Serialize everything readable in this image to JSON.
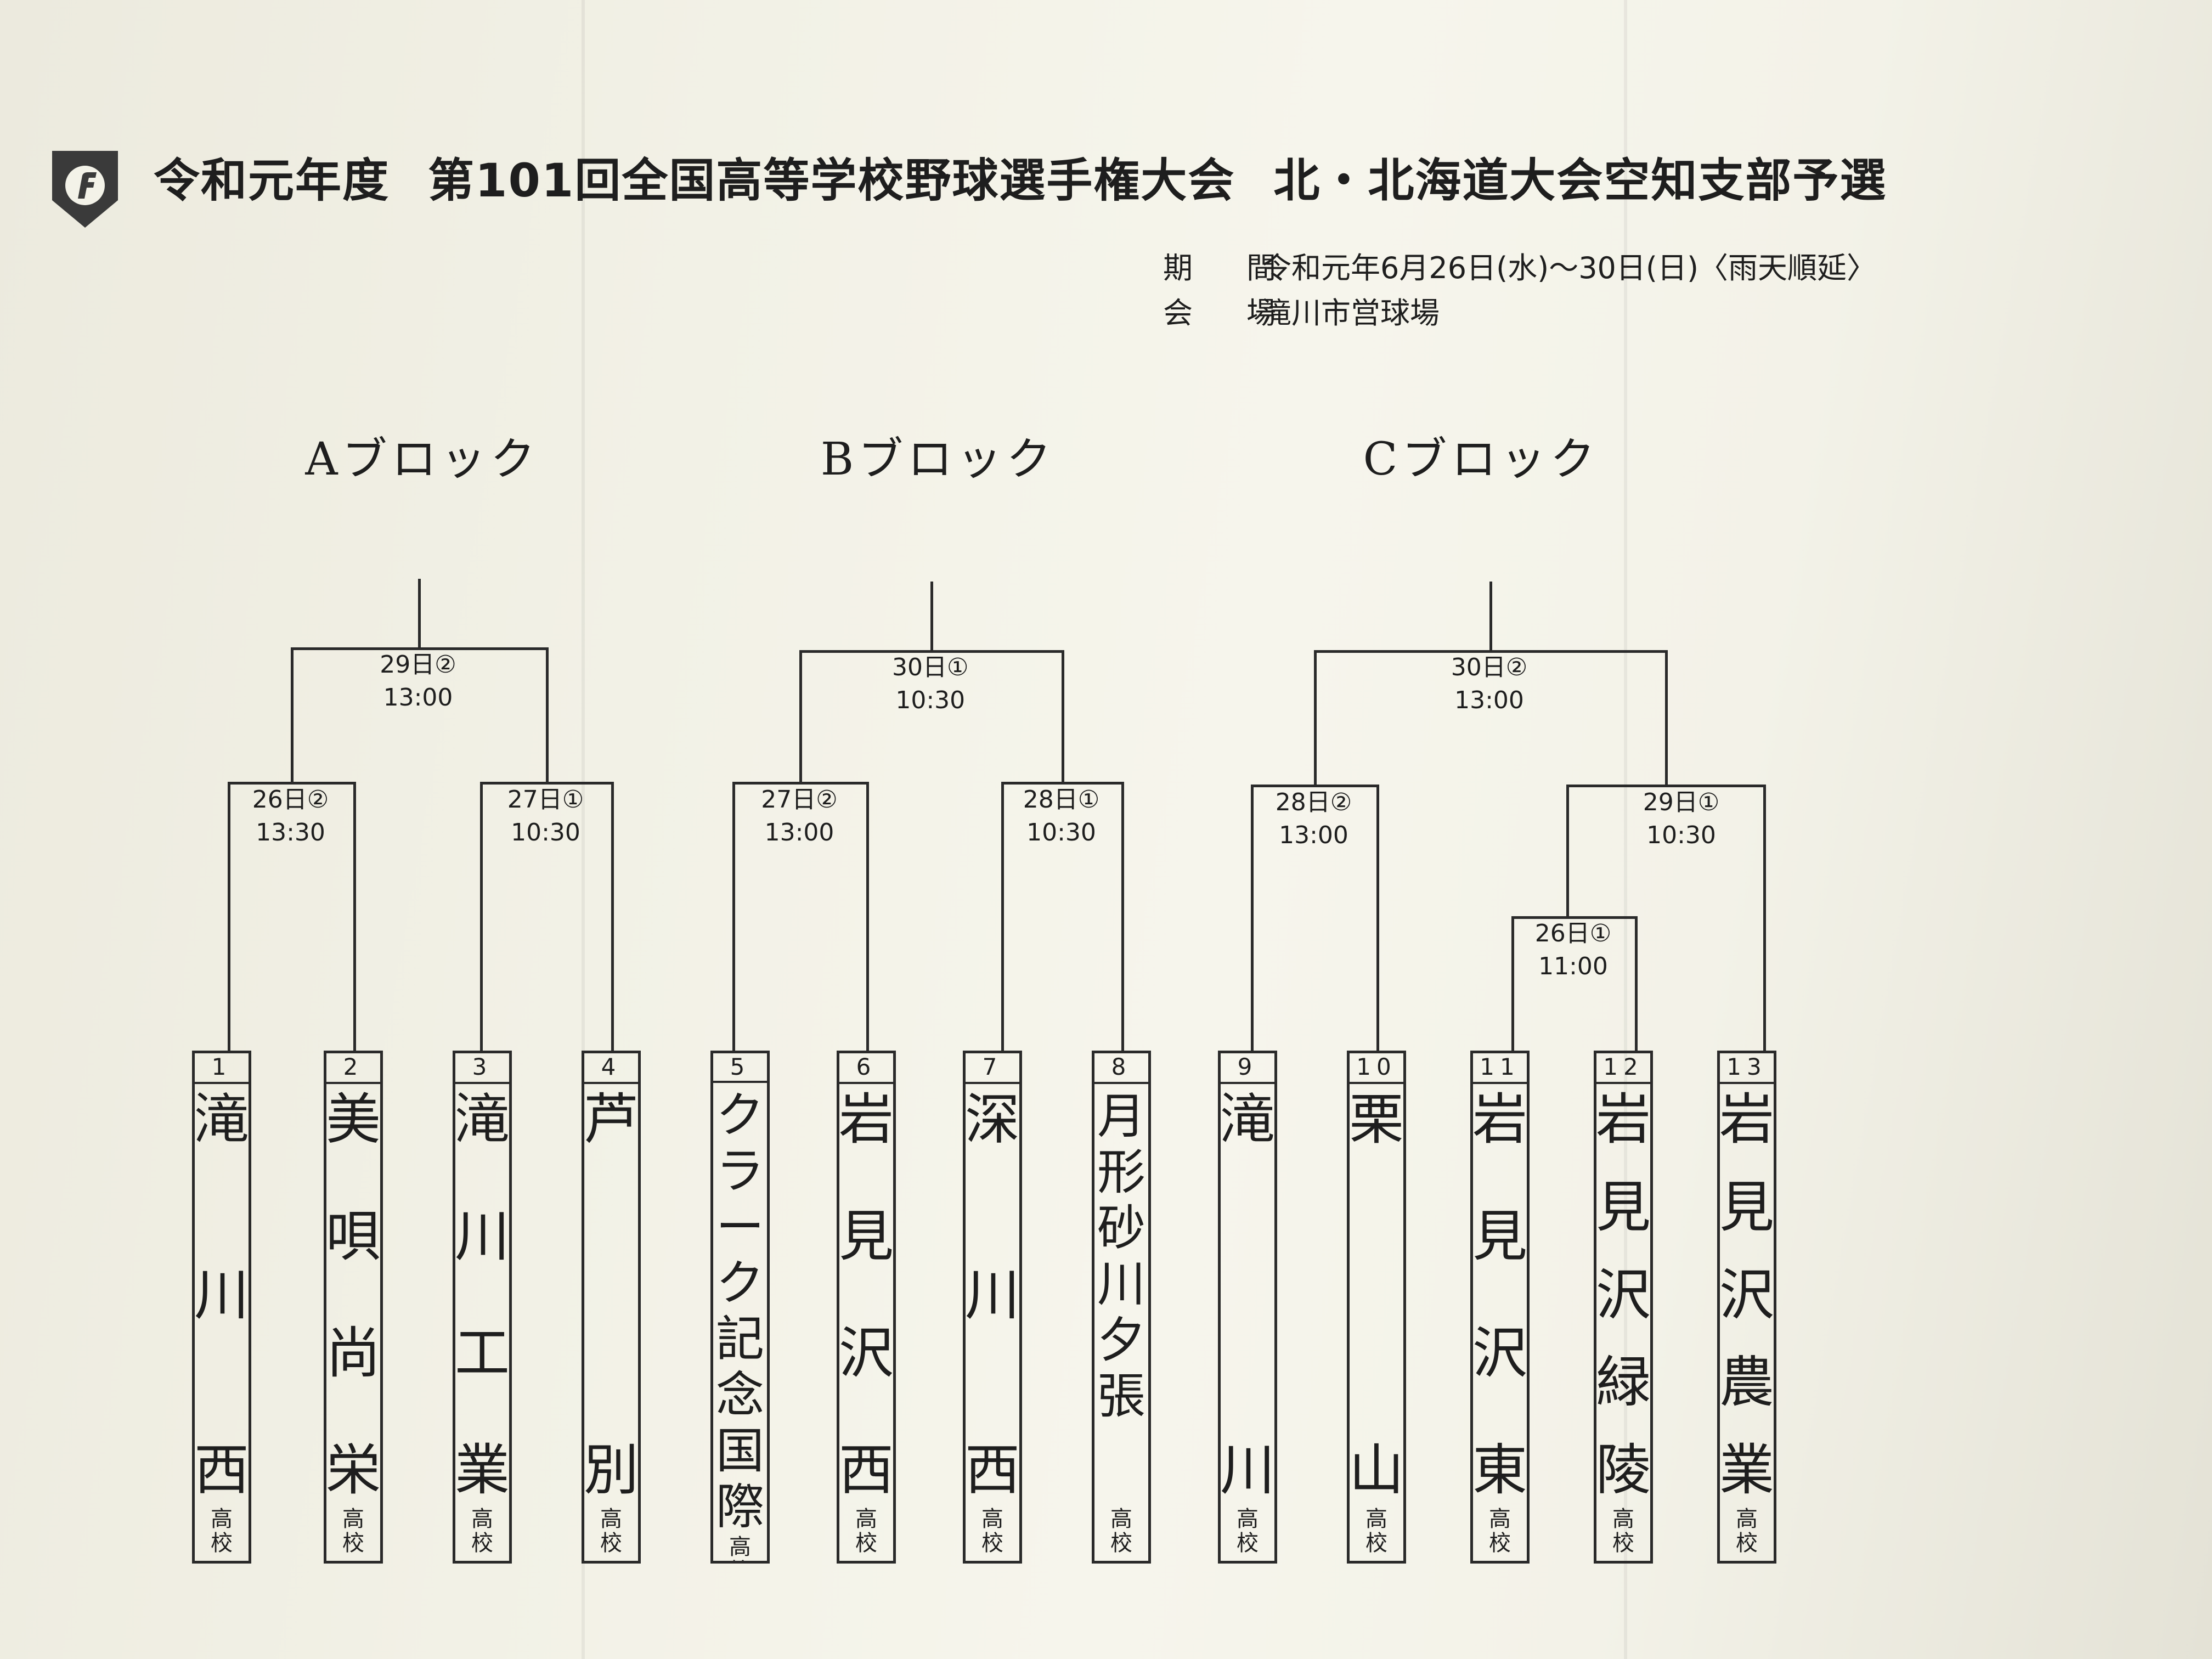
{
  "header": {
    "era": "令和元年度",
    "tournament": "第101回全国高等学校野球選手権大会",
    "region": "北・北海道大会空知支部予選"
  },
  "info": {
    "period_label": "期　間",
    "period_value": "令和元年6月26日(水)〜30日(日)〈雨天順延〉",
    "venue_label": "会　場",
    "venue_value": "滝川市営球場"
  },
  "blocks": {
    "a": "Aブロック",
    "b": "Bブロック",
    "c": "Cブロック"
  },
  "matches": {
    "a_final": [
      "29日②",
      "13:00"
    ],
    "a_left": [
      "26日②",
      "13:30"
    ],
    "a_right": [
      "27日①",
      "10:30"
    ],
    "b_final": [
      "30日①",
      "10:30"
    ],
    "b_left": [
      "27日②",
      "13:00"
    ],
    "b_right": [
      "28日①",
      "10:30"
    ],
    "c_final": [
      "30日②",
      "13:00"
    ],
    "c_left": [
      "28日②",
      "13:00"
    ],
    "c_right": [
      "29日①",
      "10:30"
    ],
    "c_first": [
      "26日①",
      "11:00"
    ]
  },
  "school_suffix": "高校",
  "teams": [
    {
      "num": "1",
      "name": "滝川西",
      "style": "spread"
    },
    {
      "num": "2",
      "name": "美唄尚栄",
      "style": "spread"
    },
    {
      "num": "3",
      "name": "滝川工業",
      "style": "spread"
    },
    {
      "num": "4",
      "name": "芦別",
      "style": "spread"
    },
    {
      "num": "5",
      "name": "クラーク記念国際",
      "style": "packed"
    },
    {
      "num": "6",
      "name": "岩見沢西",
      "style": "spread"
    },
    {
      "num": "7",
      "name": "深川西",
      "style": "spread"
    },
    {
      "num": "8",
      "name": "月形砂川夕張",
      "style": "packed"
    },
    {
      "num": "9",
      "name": "滝川",
      "style": "spread"
    },
    {
      "num": "10",
      "name": "栗山",
      "style": "spread"
    },
    {
      "num": "11",
      "name": "岩見沢東",
      "style": "spread"
    },
    {
      "num": "12",
      "name": "岩見沢緑陵",
      "style": "spread"
    },
    {
      "num": "13",
      "name": "岩見沢農業",
      "style": "spread"
    }
  ]
}
